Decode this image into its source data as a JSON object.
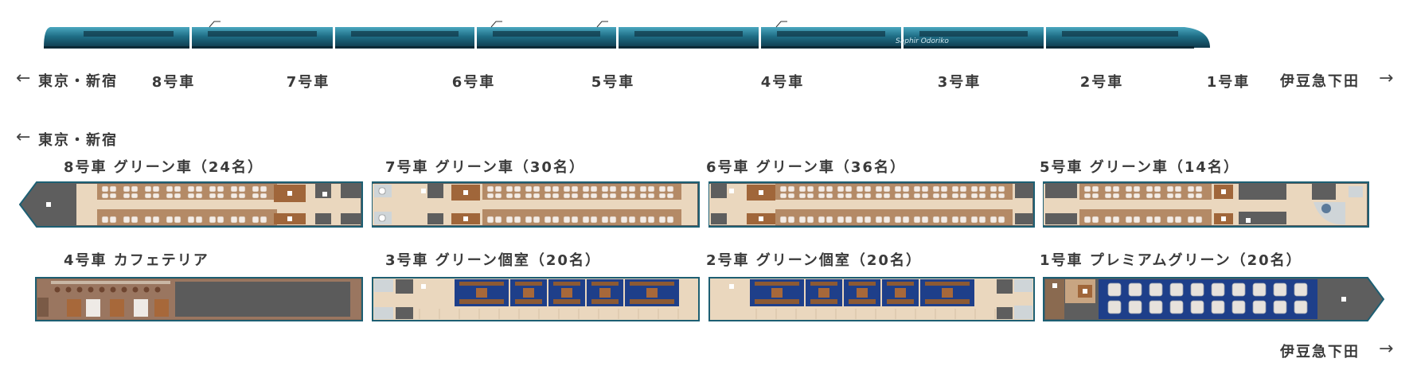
{
  "colors": {
    "train_body": "#1f6e86",
    "train_dark": "#12394a",
    "car_outline": "#1d5f73",
    "floor_light": "#ead7be",
    "floor_wood": "#a0663a",
    "floor_dark": "#5e5e5e",
    "seat": "#f4ece6",
    "carpet_blue": "#1e3f8a",
    "text": "#3a3a3a"
  },
  "direction": {
    "left": "東京・新宿",
    "right": "伊豆急下田"
  },
  "train_logo": "Saphir Odoriko",
  "top_car_labels": [
    "8号車",
    "7号車",
    "6号車",
    "5号車",
    "4号車",
    "3号車",
    "2号車",
    "1号車"
  ],
  "row1": [
    {
      "id": "car8",
      "title": "8号車 グリーン車（24名）",
      "type": "green",
      "seat_cols": 8,
      "nose": "left"
    },
    {
      "id": "car7",
      "title": "7号車 グリーン車（30名）",
      "type": "green",
      "seat_cols": 10,
      "nose": "none"
    },
    {
      "id": "car6",
      "title": "6号車 グリーン車（36名）",
      "type": "green",
      "seat_cols": 12,
      "nose": "none"
    },
    {
      "id": "car5",
      "title": "5号車 グリーン車（14名）",
      "type": "green5",
      "seat_cols": 6,
      "nose": "none"
    }
  ],
  "row2": [
    {
      "id": "car4",
      "title": "4号車 カフェテリア",
      "type": "cafe",
      "nose": "none"
    },
    {
      "id": "car3",
      "title": "3号車 グリーン個室（20名）",
      "type": "private",
      "nose": "none"
    },
    {
      "id": "car2",
      "title": "2号車 グリーン個室（20名）",
      "type": "private",
      "nose": "none"
    },
    {
      "id": "car1",
      "title": "1号車 プレミアムグリーン（20名）",
      "type": "premium",
      "nose": "right"
    }
  ]
}
